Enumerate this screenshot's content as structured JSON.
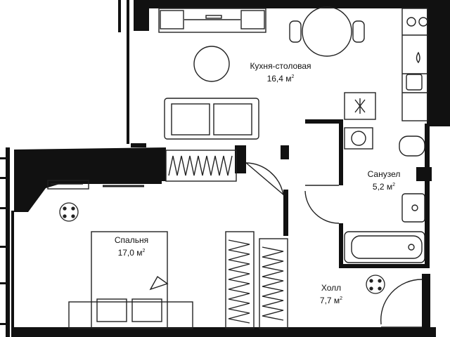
{
  "rooms": {
    "kitchen": {
      "name": "Кухня-столовая",
      "area": "16,4 м",
      "unit_exp": "2"
    },
    "bathroom": {
      "name": "Санузел",
      "area": "5,2 м",
      "unit_exp": "2"
    },
    "bedroom": {
      "name": "Спальня",
      "area": "17,0 м",
      "unit_exp": "2"
    },
    "hall": {
      "name": "Холл",
      "area": "7,7 м",
      "unit_exp": "2"
    }
  },
  "colors": {
    "wall": "#111111",
    "line": "#222222",
    "background": "#ffffff"
  },
  "icons": [
    "stove-icon",
    "sink-icon",
    "toilet-icon",
    "washing-machine-icon",
    "bathtub-icon",
    "ceiling-light-icon"
  ]
}
